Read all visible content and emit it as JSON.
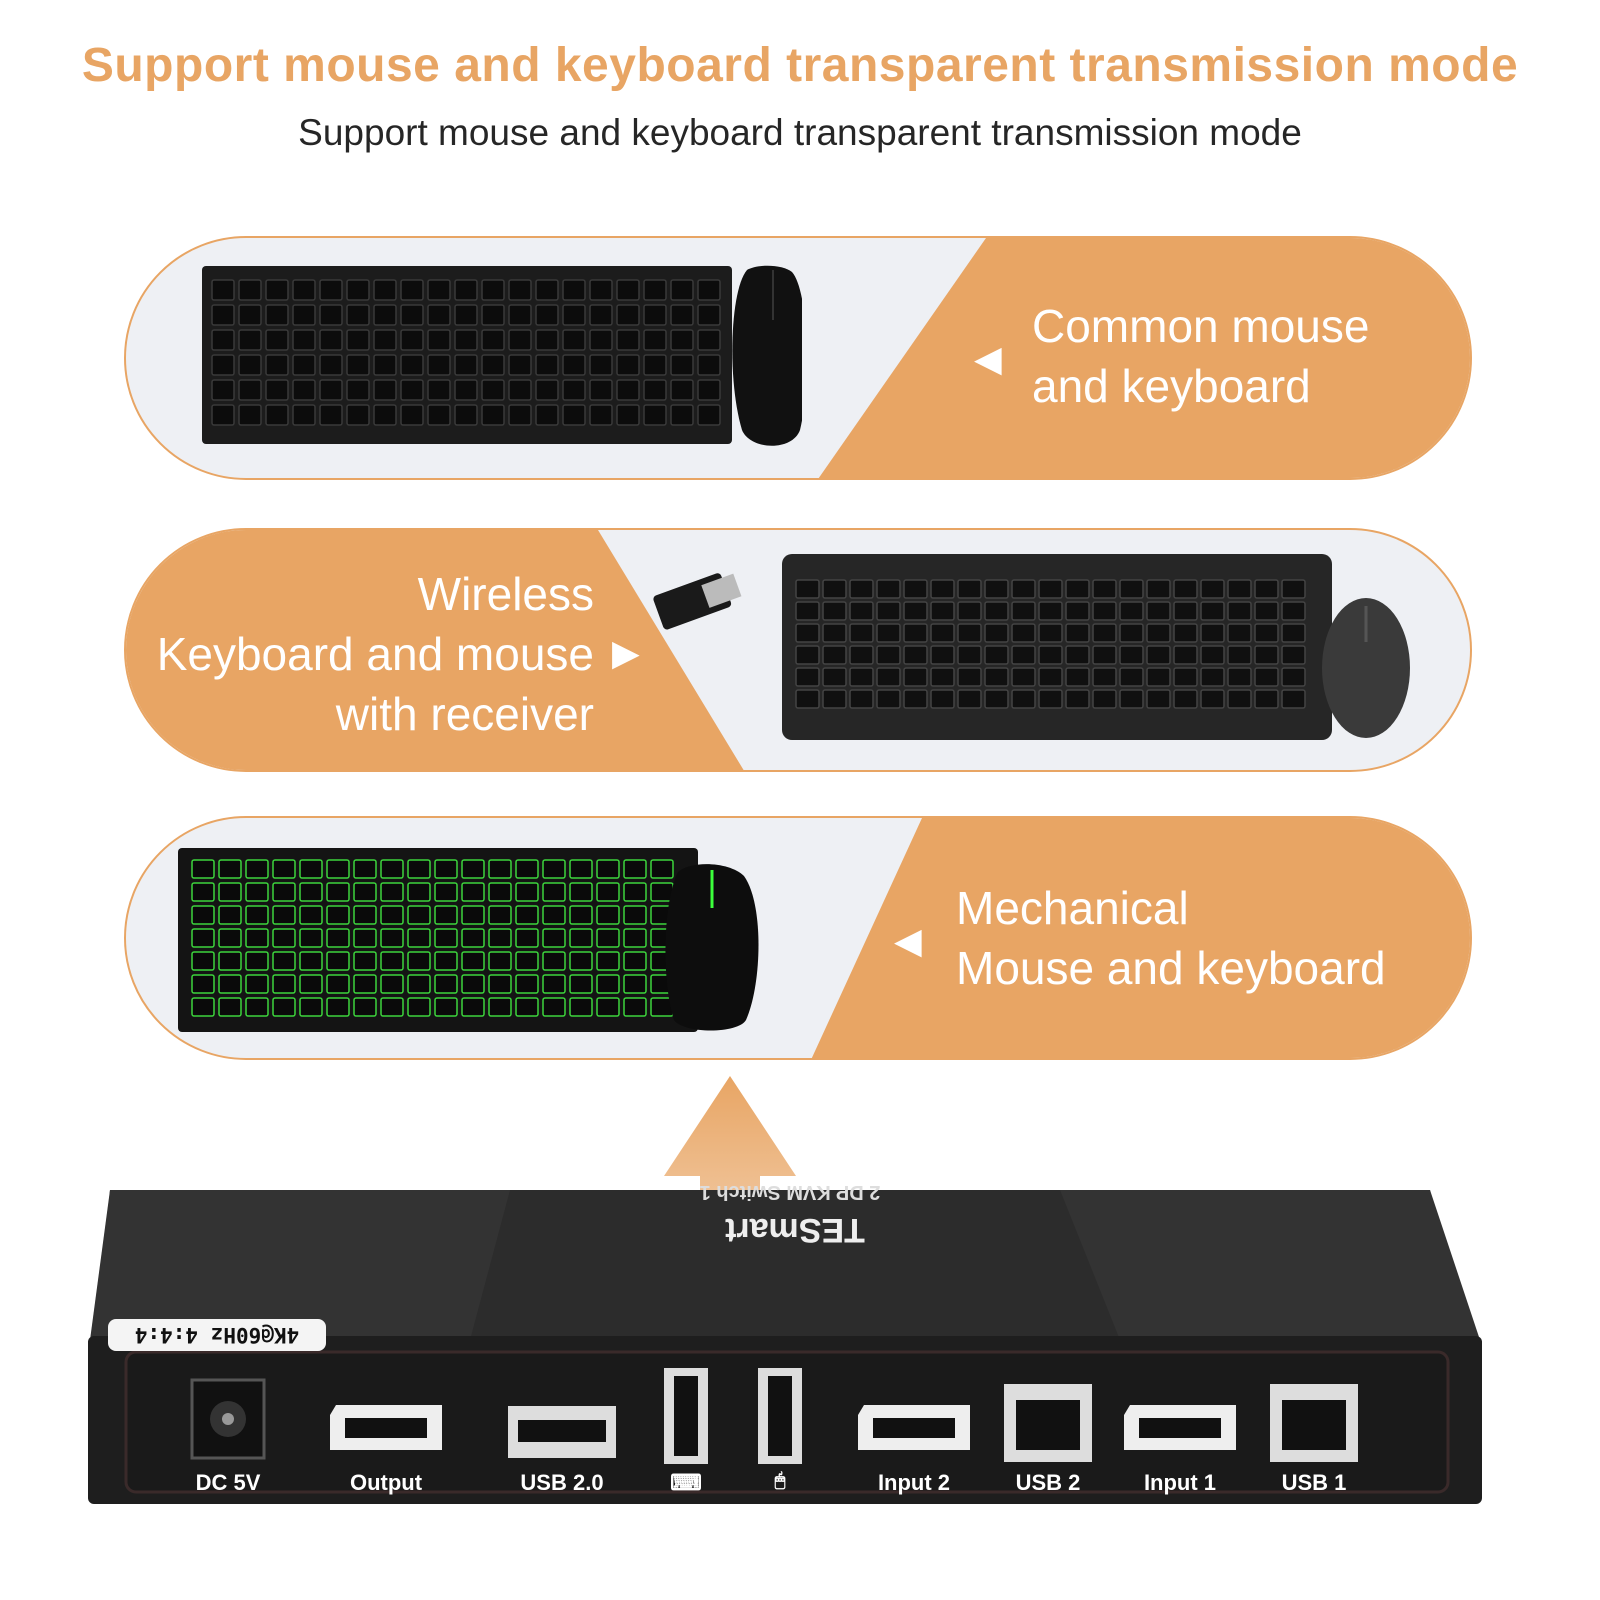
{
  "header": {
    "title": "Support mouse and keyboard transparent transmission mode",
    "subtitle": "Support mouse and keyboard transparent transmission mode"
  },
  "colors": {
    "accent": "#e8a564",
    "panel_bg": "#eef0f4",
    "device": "#2a2a2a"
  },
  "panels": [
    {
      "lines": [
        "Common mouse",
        "and keyboard"
      ],
      "arrow": "◀",
      "image": "keyboard-mouse-icon"
    },
    {
      "lines": [
        "Wireless",
        "Keyboard and mouse",
        "with receiver"
      ],
      "arrow": "▶",
      "image": "wireless-keyboard-icon"
    },
    {
      "lines": [
        "Mechanical",
        "Mouse and keyboard"
      ],
      "arrow": "◀",
      "image": "mechanical-keyboard-icon"
    }
  ],
  "device": {
    "brand": "TESmart",
    "model": "2 DP KVM Switch 1",
    "resolution_label": "4K@60Hz 4:4:4",
    "ports": [
      "DC 5V",
      "Output",
      "USB 2.0",
      "⌨",
      "🖱",
      "Input 2",
      "USB 2",
      "Input 1",
      "USB 1"
    ]
  }
}
